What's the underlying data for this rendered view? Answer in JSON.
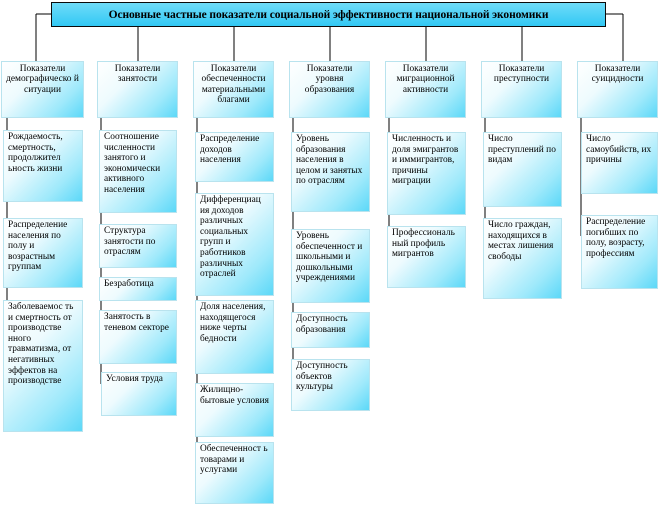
{
  "title": "Основные частные показатели социальной эффективности национальной экономики",
  "columns": [
    {
      "header": "Показатели демографическо й ситуации",
      "items": [
        "Рождаемость, смертность, продолжител ьность жизни",
        "Распределение населения по полу и возрастным группам",
        "Заболеваемос ть и смертность от производстве нного травматизма, от негативных эффектов на производстве"
      ]
    },
    {
      "header": "Показатели занятости",
      "items": [
        "Соотношение численности занятого и экономически активного населения",
        "Структура занятости по отраслям",
        "Безработица",
        "Занятость в теневом секторе",
        "Условия труда"
      ]
    },
    {
      "header": "Показатели обеспеченности материальными благами",
      "items": [
        "Распределение доходов населения",
        "Дифференциац ия доходов различных социальных групп и работников различных отраслей",
        "Доля населения, находящегося ниже черты бедности",
        "Жилищно-бытовые условия",
        "Обеспеченност ь товарами и услугами"
      ]
    },
    {
      "header": "Показатели уровня образования",
      "items": [
        "Уровень образования населения в целом и занятых по отраслям",
        "Уровень обеспеченност и школьными и дошкольными учреждениями",
        "Доступность образования",
        "Доступность объектов культуры"
      ]
    },
    {
      "header": "Показатели миграционной активности",
      "items": [
        "Численность и доля эмигрантов и иммигрантов, причины миграции",
        "Профессиональ ный профиль мигрантов"
      ]
    },
    {
      "header": "Показатели преступности",
      "items": [
        "Число преступлений по видам",
        "Число граждан, находящихся в местах лишения свободы"
      ]
    },
    {
      "header": "Показатели суицидности",
      "items": [
        "Число самоубийств, их причины",
        "Распределение погибших по полу, возрасту, профессиям"
      ]
    }
  ]
}
